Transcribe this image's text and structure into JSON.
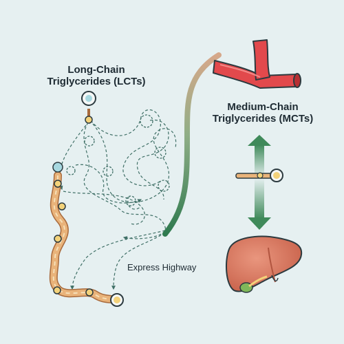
{
  "labels": {
    "lct_line1": "Long-Chain",
    "lct_line2": "Triglycerides (LCTs)",
    "mct_line1": "Medium-Chain",
    "mct_line2": "Triglycerides (MCTs)",
    "highway": "Express Highway"
  },
  "icons": [
    "blood-vessel-icon",
    "liver-icon",
    "lct-chain-icon",
    "mct-molecule-icon",
    "double-arrow-icon"
  ],
  "colors": {
    "background": "#e6f0f1",
    "vessel": "#e2494c",
    "liver": "#d9785f",
    "gallbladder": "#7fb85a",
    "arrow_green": "#3f8a5a",
    "chain": "#e3a76a",
    "bead": "#f3d27a",
    "head": "#a7d8e0",
    "dashed": "#3f6f66"
  }
}
